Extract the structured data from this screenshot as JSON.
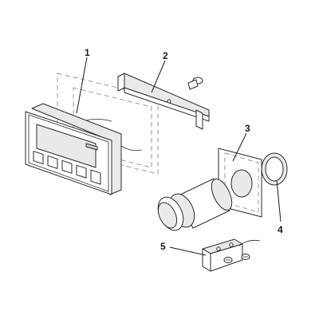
{
  "callouts": [
    {
      "id": "1",
      "label": "1"
    },
    {
      "id": "2",
      "label": "2"
    },
    {
      "id": "3",
      "label": "3"
    },
    {
      "id": "4",
      "label": "4"
    },
    {
      "id": "5",
      "label": "5"
    }
  ],
  "parts": [
    {
      "callout": "1",
      "icon": "panel-meter-display-icon"
    },
    {
      "callout": "2",
      "icon": "mounting-bracket-with-screw-icon"
    },
    {
      "callout": "3",
      "icon": "mounting-gasket-plate-icon"
    },
    {
      "callout": "4",
      "icon": "threaded-nut-ring-icon"
    },
    {
      "callout": "5",
      "icon": "connector-block-with-screws-icon"
    }
  ],
  "colors": {
    "line": "#2a2a2a",
    "dashed": "#9a9a9a",
    "shade": "#e9e9e9",
    "background": "#ffffff"
  }
}
